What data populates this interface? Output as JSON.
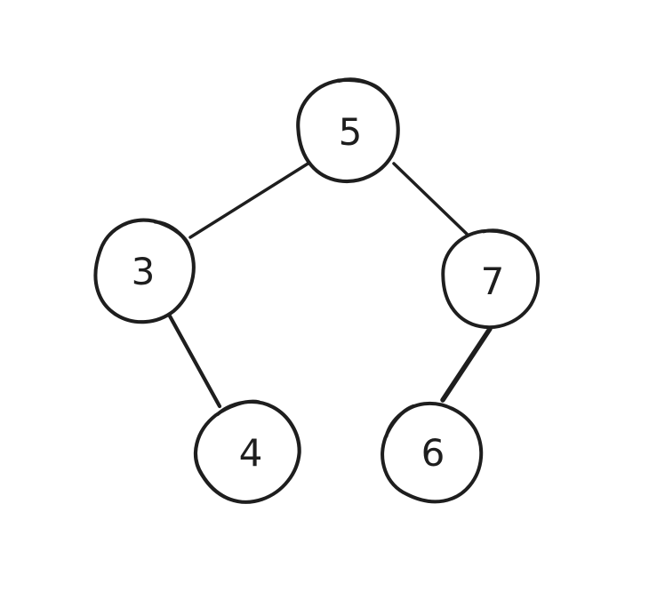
{
  "diagram": {
    "type": "binary-tree-sketch",
    "background_color": "#ffffff",
    "stroke_color": "#1e1e1e",
    "nodes": [
      {
        "id": "5",
        "label": "5",
        "position": "root-top-center"
      },
      {
        "id": "3",
        "label": "3",
        "position": "left-of-root"
      },
      {
        "id": "7",
        "label": "7",
        "position": "right-of-root"
      },
      {
        "id": "4",
        "label": "4",
        "position": "right-child-of-3"
      },
      {
        "id": "6",
        "label": "6",
        "position": "left-child-of-7"
      }
    ],
    "edges": [
      {
        "from": "5",
        "to": "3"
      },
      {
        "from": "5",
        "to": "7"
      },
      {
        "from": "3",
        "to": "4"
      },
      {
        "from": "7",
        "to": "6"
      }
    ]
  }
}
